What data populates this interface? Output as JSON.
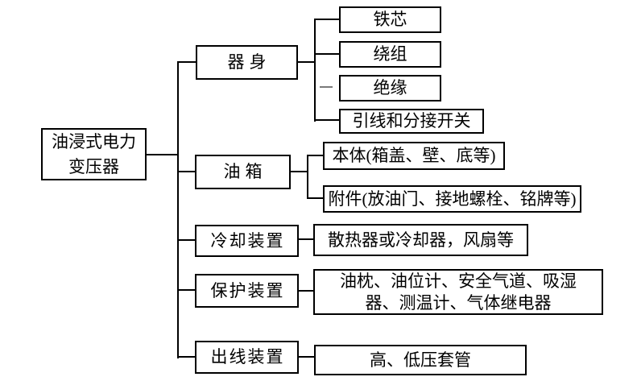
{
  "diagram": {
    "root": {
      "line1": "油浸式电力",
      "line2": "变压器",
      "full_label": "油浸式电力变压器"
    },
    "branches": [
      {
        "label": "器身",
        "children": [
          "铁芯",
          "绕组",
          "绝缘",
          "引线和分接开关"
        ]
      },
      {
        "label": "油箱",
        "children": [
          "本体(箱盖、壁、底等)",
          "附件(放油门、接地螺栓、铭牌等)"
        ]
      },
      {
        "label": "冷却装置",
        "children": [
          "散热器或冷却器，风扇等"
        ]
      },
      {
        "label": "保护装置",
        "children": [
          "油枕、油位计、安全气道、吸湿器、测温计、气体继电器"
        ],
        "child_lines": [
          "油枕、油位计、安全气道、吸湿",
          "器、测温计、气体继电器"
        ]
      },
      {
        "label": "出线装置",
        "children": [
          "高、低压套管"
        ]
      }
    ],
    "colors": {
      "line": "#000000",
      "background": "#ffffff",
      "text": "#000000"
    }
  }
}
